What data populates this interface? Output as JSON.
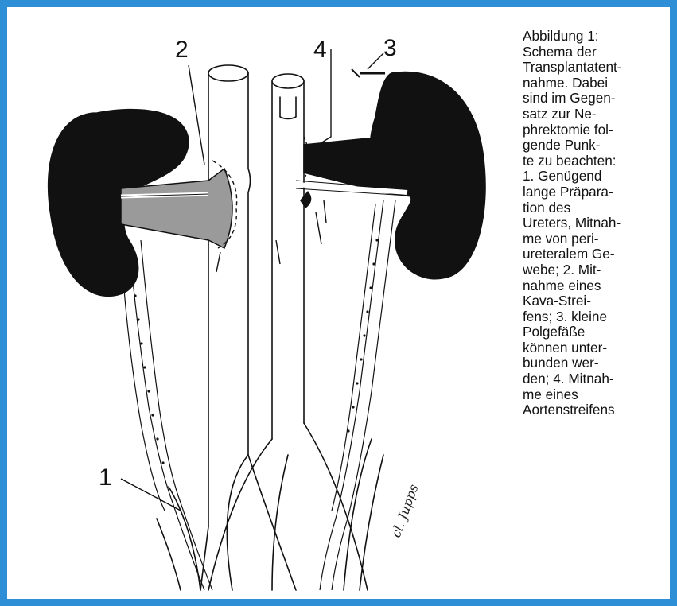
{
  "figure": {
    "labels": {
      "one": "1",
      "two": "2",
      "three": "3",
      "four": "4"
    },
    "signature_text": "cl. Jupps",
    "caption_lines": [
      "Abbildung 1:",
      "Schema der",
      "Transplantatent-",
      "nahme. Dabei",
      "sind im Gegen-",
      "satz zur Ne-",
      "phrektomie fol-",
      "gende Punk-",
      "te zu beachten:",
      "1. Genügend",
      "lange Präpara-",
      "tion des",
      "Ureters, Mitnah-",
      "me von peri-",
      "ureteralem Ge-",
      "webe; 2. Mit-",
      "nahme eines",
      "Kava-Strei-",
      "fens; 3. kleine",
      "Polgefäße",
      "können unter-",
      "bunden wer-",
      "den; 4. Mitnah-",
      "me eines",
      "Aortenstreifens"
    ]
  },
  "colors": {
    "frame_border": "#2f8fd6",
    "ink": "#111111",
    "gray_fill": "#9a9a9a"
  }
}
